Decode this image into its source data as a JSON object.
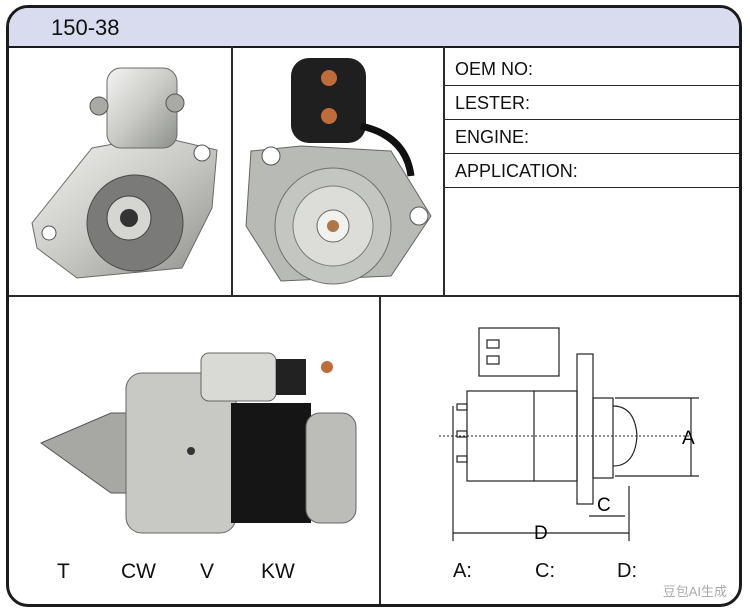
{
  "header": {
    "model": "150-38"
  },
  "specs": {
    "oem": "OEM NO:",
    "lester": "LESTER:",
    "engine": "ENGINE:",
    "application": "APPLICATION:"
  },
  "types": {
    "t": "T",
    "cw": "CW",
    "v": "V",
    "kw": "KW"
  },
  "diagram": {
    "labels": {
      "a": "A",
      "c": "C",
      "d": "D"
    },
    "values": {
      "a": "A:",
      "c": "C:",
      "d": "D:"
    }
  },
  "watermark": "豆包AI生成",
  "colors": {
    "header_bg": "#d8dcee",
    "border": "#1b1b1b"
  }
}
